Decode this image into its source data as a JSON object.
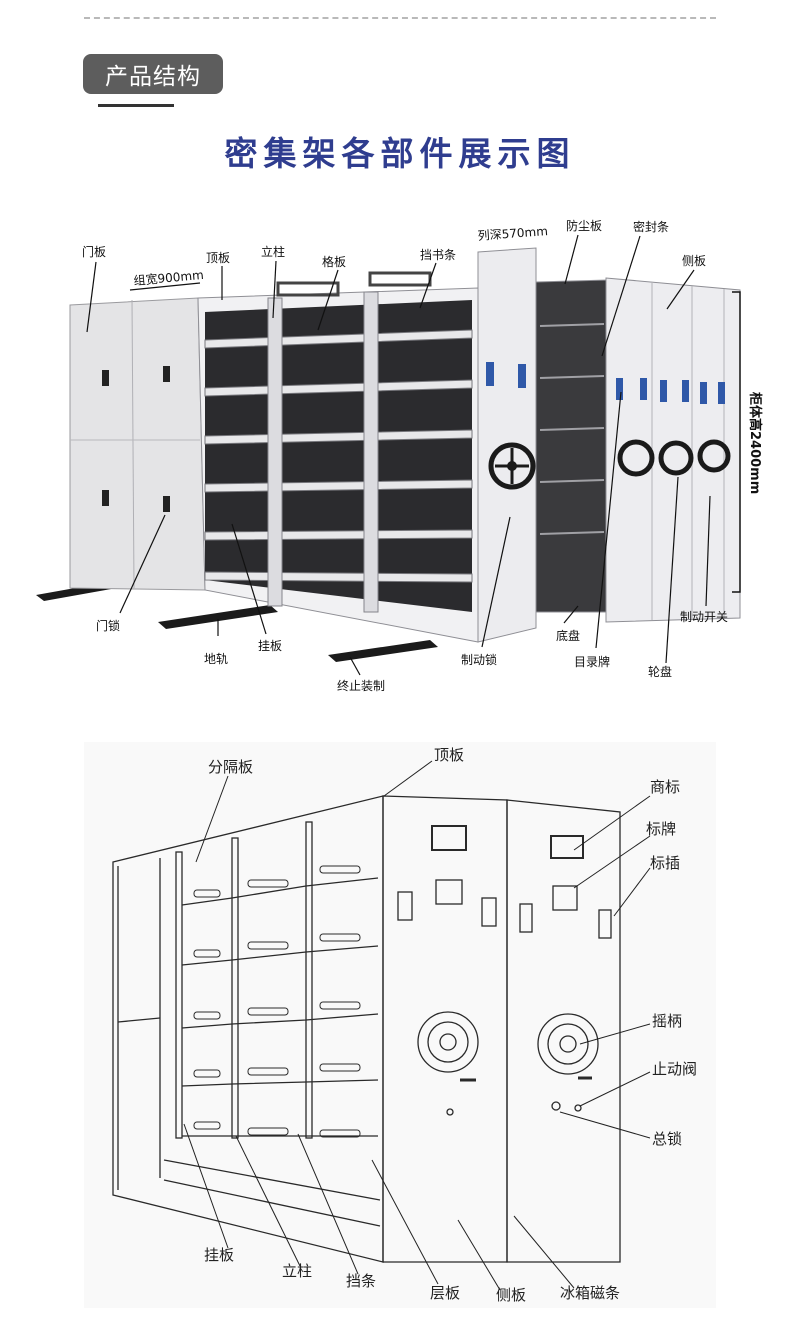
{
  "header": {
    "badge": "产品结构",
    "title": "密集架各部件展示图"
  },
  "photo_labels": {
    "door_panel": "门板",
    "group_width": "组宽900mm",
    "top_panel": "顶板",
    "column": "立柱",
    "shelf": "格板",
    "book_stop": "挡书条",
    "column_depth": "列深570mm",
    "dust_board": "防尘板",
    "seal_strip": "密封条",
    "side_panel": "侧板",
    "cabinet_height": "柜体高2400mm",
    "door_lock": "门锁",
    "hanging_plate": "挂板",
    "ground_rail": "地轨",
    "end_stop": "终止装制",
    "brake_lock": "制动锁",
    "base_plate": "底盘",
    "catalog_card": "目录牌",
    "wheel": "轮盘",
    "brake_switch": "制动开关"
  },
  "drawing_labels": {
    "divider": "分隔板",
    "top_panel": "顶板",
    "trademark": "商标",
    "label_plate": "标牌",
    "label_slot": "标插",
    "crank": "摇柄",
    "stop_valve": "止动阀",
    "master_lock": "总锁",
    "hanging_plate": "挂板",
    "column": "立柱",
    "stop_strip": "挡条",
    "layer_board": "层板",
    "side_panel": "侧板",
    "fridge_magnet": "冰箱磁条"
  }
}
